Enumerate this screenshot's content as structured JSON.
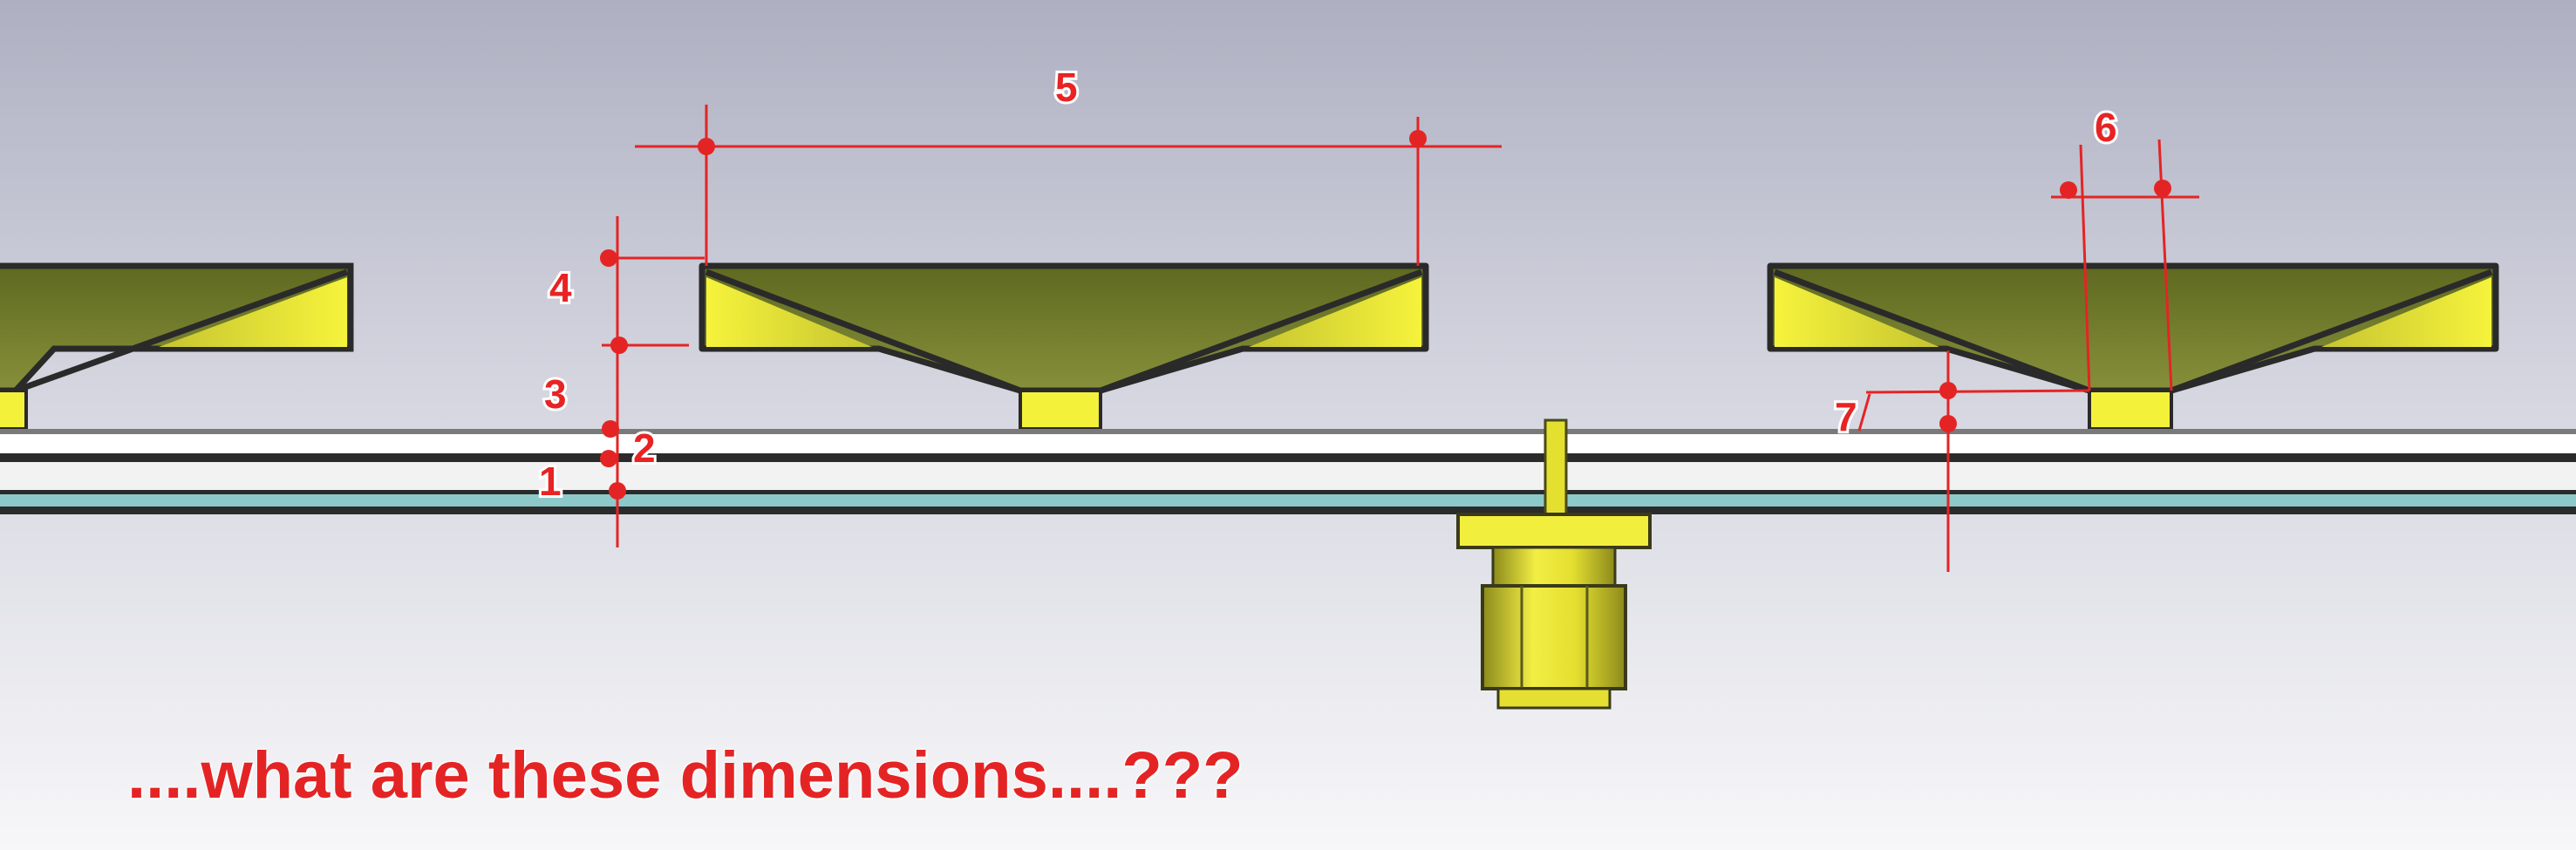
{
  "caption": "....what are these dimensions....???",
  "dimension_labels": [
    "1",
    "2",
    "3",
    "4",
    "5",
    "6",
    "7"
  ],
  "colors": {
    "annotation_red": "#e42424",
    "horn_olive": "#6f7a2a",
    "horn_yellow": "#f4f13a",
    "horn_outline": "#2a2a2a",
    "substrate_teal": "#8ec9c9",
    "background_top": "#aeb0c2",
    "background_bottom": "#f5f5f7"
  },
  "parts": {
    "horn_antennas": [
      "left horn (partially visible)",
      "center horn",
      "right horn"
    ],
    "feed_pins": 3,
    "connector": "SMA connector"
  }
}
